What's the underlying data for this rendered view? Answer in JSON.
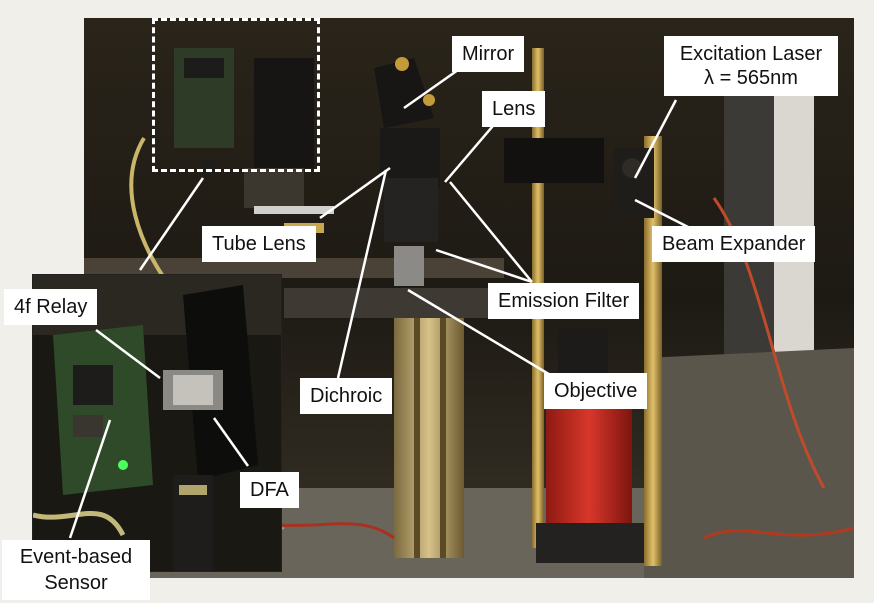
{
  "labels": {
    "mirror": "Mirror",
    "excitation_laser_line1": "Excitation Laser",
    "excitation_laser_line2": "λ = 565nm",
    "lens": "Lens",
    "tube_lens": "Tube Lens",
    "beam_expander": "Beam Expander",
    "four_f_relay": "4f Relay",
    "emission_filter": "Emission Filter",
    "objective": "Objective",
    "dichroic": "Dichroic",
    "dfa": "DFA",
    "event_sensor_line1": "Event-based",
    "event_sensor_line2": "Sensor"
  },
  "colors": {
    "label_bg": "#ffffff",
    "pointer_line": "#ffffff",
    "optical_rail": "#c9a64a",
    "objective_body": "#c8281f"
  }
}
